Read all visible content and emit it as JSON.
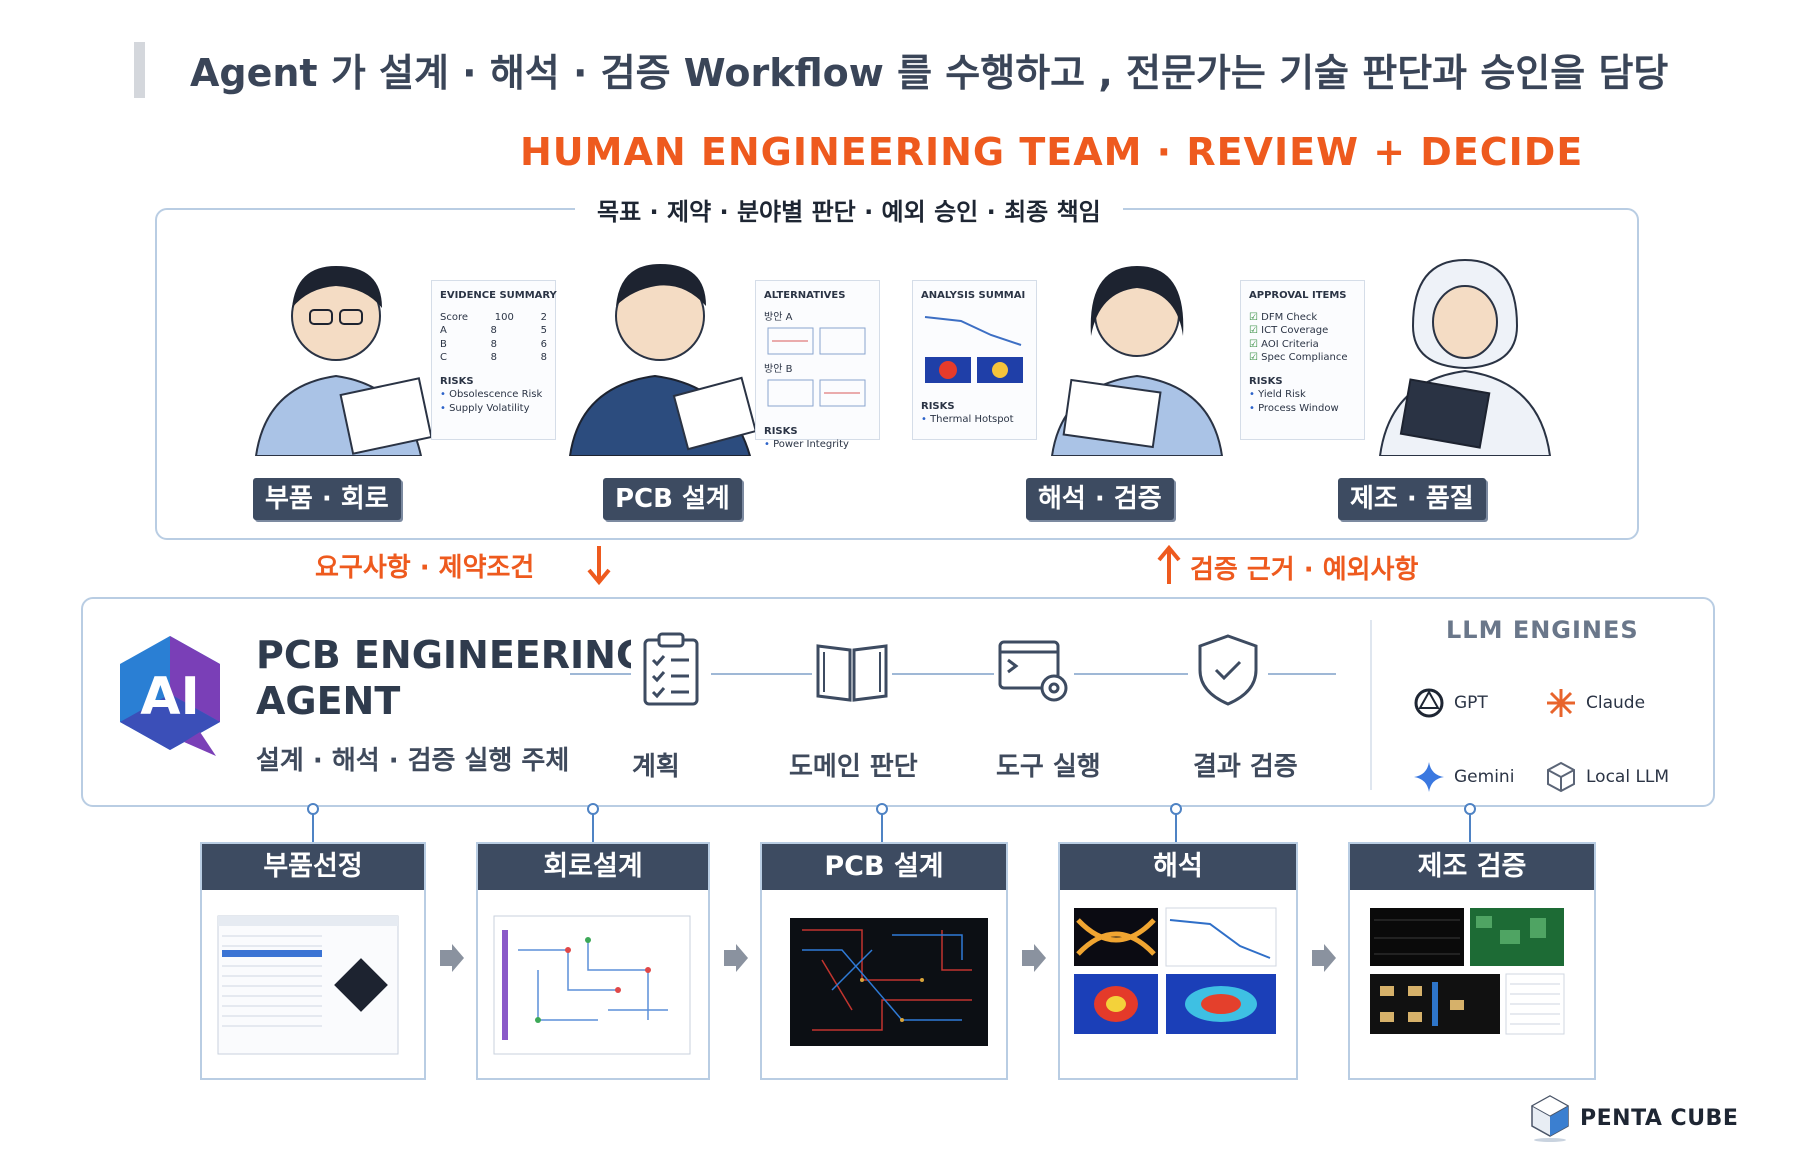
{
  "header": {
    "headline": "Agent 가 설계 · 해석 · 검증  Workflow 를 수행하고 ,  전문가는 기술 판단과 승인을 담당"
  },
  "team": {
    "title": "HUMAN ENGINEERING TEAM · REVIEW + DECIDE",
    "subtitle": "목표  ·  제약  ·  분야별 판단  ·  예외 승인  ·  최종 책임",
    "roles": [
      {
        "label": "부품 · 회로",
        "doc": {
          "title": "EVIDENCE SUMMARY",
          "rows": [
            [
              "Score",
              "100",
              "2"
            ],
            [
              "A",
              "8",
              "5"
            ],
            [
              "B",
              "8",
              "6"
            ],
            [
              "C",
              "8",
              "8"
            ]
          ],
          "risk_title": "RISKS",
          "bullets": [
            "Obsolescence Risk",
            "Supply Volatility"
          ]
        }
      },
      {
        "label": "PCB  설계",
        "doc": {
          "title": "ALTERNATIVES",
          "options": [
            "방안 A",
            "방안 B"
          ],
          "risk_title": "RISKS",
          "bullets": [
            "Power Integrity"
          ]
        }
      },
      {
        "label": "해석 · 검증",
        "doc": {
          "title": "ANALYSIS SUMMAI",
          "risk_title": "RISKS",
          "bullets": [
            "Thermal Hotspot"
          ]
        }
      },
      {
        "label": "제조 · 품질",
        "doc": {
          "title": "APPROVAL ITEMS",
          "checks": [
            "DFM Check",
            "ICT Coverage",
            "AOI Criteria",
            "Spec Compliance"
          ],
          "risk_title": "RISKS",
          "bullets": [
            "Yield Risk",
            "Process Window"
          ]
        }
      }
    ]
  },
  "flows": {
    "down_label": "요구사항  ·  제약조건",
    "up_label": "검증 근거  ·  예외사항"
  },
  "agent": {
    "logo_text": "AI",
    "title_line1": "PCB ENGINEERING",
    "title_line2": "AGENT",
    "subtitle": "설계  ·  해석  ·  검증 실행 주체",
    "steps": [
      {
        "label": "계획",
        "icon": "checklist-icon"
      },
      {
        "label": "도메인 판단",
        "icon": "book-icon"
      },
      {
        "label": "도구 실행",
        "icon": "terminal-gear-icon"
      },
      {
        "label": "결과 검증",
        "icon": "shield-check-icon"
      }
    ]
  },
  "llm": {
    "title": "LLM ENGINES",
    "engines": [
      "GPT",
      "Claude",
      "Gemini",
      "Local LLM"
    ]
  },
  "stages": [
    "부품선정",
    "회로설계",
    "PCB  설계",
    "해석",
    "제조 검증"
  ],
  "brand": {
    "name": "PENTA CUBE"
  },
  "colors": {
    "accent_orange": "#ee5a1e",
    "navy_tag": "#3d4b61",
    "border_blue": "#b9cde3",
    "connector_blue": "#4f83c4"
  }
}
